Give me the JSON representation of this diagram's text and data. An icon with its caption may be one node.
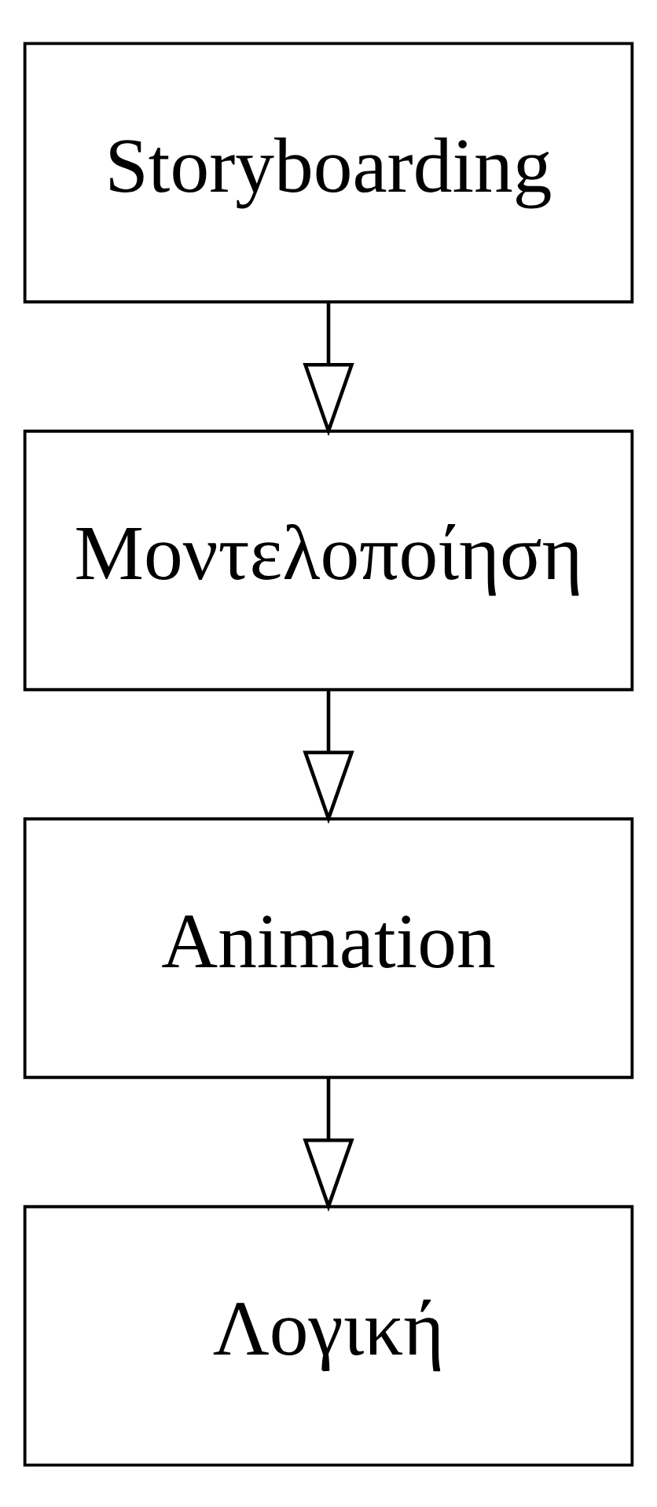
{
  "diagram": {
    "nodes": [
      {
        "text": [
          "Storyboarding"
        ]
      },
      {
        "text": [
          "Μοντελοποίηση"
        ]
      },
      {
        "text": [
          "Animation"
        ]
      },
      {
        "text": [
          "Λογική"
        ]
      }
    ],
    "edges": [
      {
        "from": 0,
        "to": 1,
        "arrow": "to"
      },
      {
        "from": 1,
        "to": 2,
        "arrow": "to"
      },
      {
        "from": 2,
        "to": 3,
        "arrow": "to"
      }
    ]
  }
}
